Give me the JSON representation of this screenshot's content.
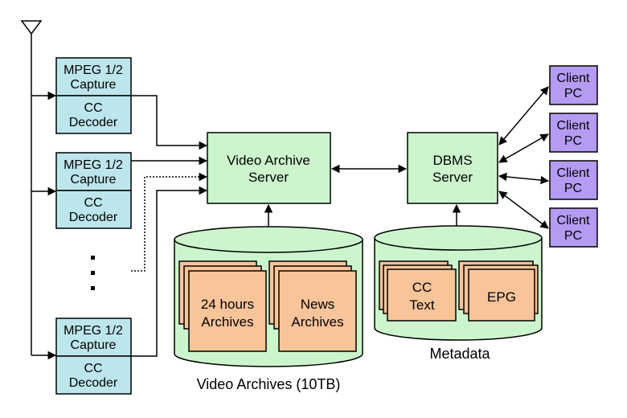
{
  "capture_units": [
    {
      "capture": [
        "MPEG 1/2",
        "Capture"
      ],
      "decoder": [
        "CC",
        "Decoder"
      ]
    },
    {
      "capture": [
        "MPEG 1/2",
        "Capture"
      ],
      "decoder": [
        "CC",
        "Decoder"
      ]
    },
    {
      "capture": [
        "MPEG 1/2",
        "Capture"
      ],
      "decoder": [
        "CC",
        "Decoder"
      ]
    }
  ],
  "ellipsis": "⋮",
  "video_server": [
    "Video Archive",
    "Server"
  ],
  "dbms_server": [
    "DBMS",
    "Server"
  ],
  "clients": [
    [
      "Client",
      "PC"
    ],
    [
      "Client",
      "PC"
    ],
    [
      "Client",
      "PC"
    ],
    [
      "Client",
      "PC"
    ]
  ],
  "video_archive_stack_1": [
    "24 hours",
    "Archives"
  ],
  "video_archive_stack_2": [
    "News",
    "Archives"
  ],
  "video_archives_caption": "Video Archives (10TB)",
  "metadata_stack_1": [
    "CC",
    "Text"
  ],
  "metadata_stack_2": [
    "EPG"
  ],
  "metadata_caption": "Metadata",
  "colors": {
    "capture_fill": "#bde6ec",
    "server_fill": "#cdf5cd",
    "client_fill": "#b59bf2",
    "doc_fill": "#f8c49a",
    "db_fill": "#cdf5cd",
    "line": "#000000"
  }
}
